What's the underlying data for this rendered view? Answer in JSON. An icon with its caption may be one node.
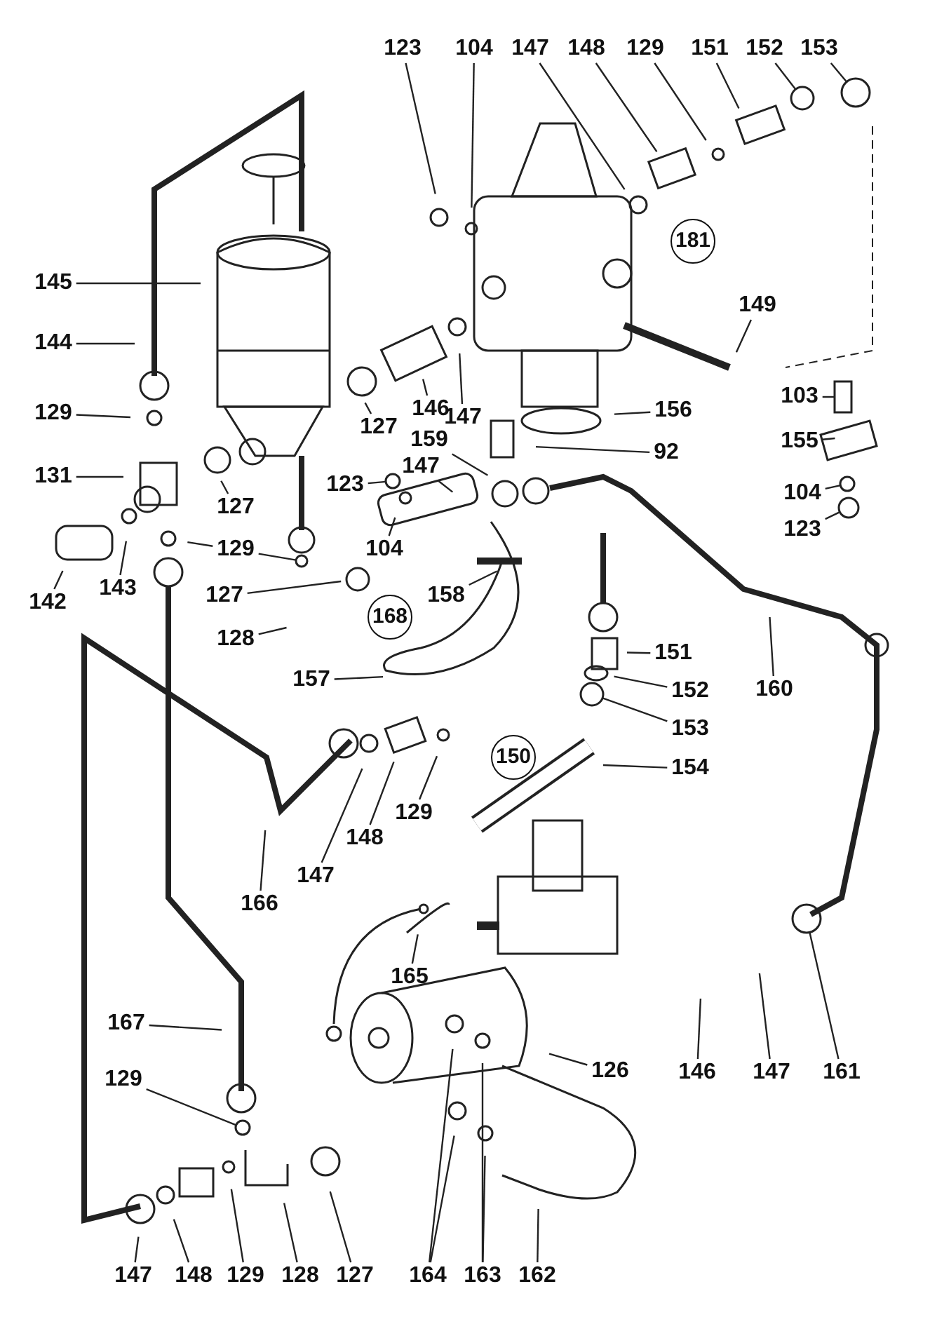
{
  "diagram": {
    "nodes": [
      {
        "text": [
          "123"
        ]
      },
      {
        "text": [
          "104"
        ]
      },
      {
        "text": [
          "147"
        ]
      },
      {
        "text": [
          "148"
        ]
      },
      {
        "text": [
          "129"
        ]
      },
      {
        "text": [
          "151"
        ]
      },
      {
        "text": [
          "152"
        ]
      },
      {
        "text": [
          "153"
        ]
      },
      {
        "text": [
          "181"
        ]
      },
      {
        "text": [
          "145"
        ]
      },
      {
        "text": [
          "144"
        ]
      },
      {
        "text": [
          "129"
        ]
      },
      {
        "text": [
          "131"
        ]
      },
      {
        "text": [
          "127"
        ]
      },
      {
        "text": [
          "146"
        ]
      },
      {
        "text": [
          "147"
        ]
      },
      {
        "text": [
          "127"
        ]
      },
      {
        "text": [
          "149"
        ]
      },
      {
        "text": [
          "156"
        ]
      },
      {
        "text": [
          "92"
        ]
      },
      {
        "text": [
          "103"
        ]
      },
      {
        "text": [
          "155"
        ]
      },
      {
        "text": [
          "104"
        ]
      },
      {
        "text": [
          "123"
        ]
      },
      {
        "text": [
          "159"
        ]
      },
      {
        "text": [
          "147"
        ]
      },
      {
        "text": [
          "123"
        ]
      },
      {
        "text": [
          "104"
        ]
      },
      {
        "text": [
          "142"
        ]
      },
      {
        "text": [
          "143"
        ]
      },
      {
        "text": [
          "129"
        ]
      },
      {
        "text": [
          "127"
        ]
      },
      {
        "text": [
          "128"
        ]
      },
      {
        "text": [
          "158"
        ]
      },
      {
        "text": [
          "168"
        ]
      },
      {
        "text": [
          "157"
        ]
      },
      {
        "text": [
          "151"
        ]
      },
      {
        "text": [
          "152"
        ]
      },
      {
        "text": [
          "160"
        ]
      },
      {
        "text": [
          "153"
        ]
      },
      {
        "text": [
          "150"
        ]
      },
      {
        "text": [
          "154"
        ]
      },
      {
        "text": [
          "166"
        ]
      },
      {
        "text": [
          "147"
        ]
      },
      {
        "text": [
          "148"
        ]
      },
      {
        "text": [
          "129"
        ]
      },
      {
        "text": [
          "165"
        ]
      },
      {
        "text": [
          "146"
        ]
      },
      {
        "text": [
          "147"
        ]
      },
      {
        "text": [
          "161"
        ]
      },
      {
        "text": [
          "167"
        ]
      },
      {
        "text": [
          "129"
        ]
      },
      {
        "text": [
          "126"
        ]
      },
      {
        "text": [
          "164"
        ]
      },
      {
        "text": [
          "163"
        ]
      },
      {
        "text": [
          "162"
        ]
      },
      {
        "text": [
          "147"
        ]
      },
      {
        "text": [
          "148"
        ]
      },
      {
        "text": [
          "129"
        ]
      },
      {
        "text": [
          "128"
        ]
      },
      {
        "text": [
          "127"
        ]
      },
      {
        "text": [],
        "shape": "circle"
      },
      {
        "text": [],
        "shape": "circle"
      },
      {
        "text": [],
        "shape": "box"
      },
      {
        "text": [],
        "shape": "circle"
      },
      {
        "text": [],
        "shape": "circle"
      },
      {
        "text": [],
        "shape": "circle"
      },
      {
        "text": [],
        "shape": "circle"
      },
      {
        "text": [],
        "shape": "circle"
      },
      {
        "text": [],
        "shape": "circle"
      },
      {
        "text": [],
        "shape": "circle"
      }
    ],
    "edges": [
      {
        "from": 0,
        "to": null,
        "arrow": "none"
      },
      {
        "from": 1,
        "to": null,
        "arrow": "none"
      },
      {
        "from": 2,
        "to": null,
        "arrow": "none"
      },
      {
        "from": 3,
        "to": null,
        "arrow": "none"
      },
      {
        "from": 4,
        "to": null,
        "arrow": "none"
      },
      {
        "from": 5,
        "to": null,
        "arrow": "none"
      },
      {
        "from": 6,
        "to": 61,
        "arrow": "none"
      },
      {
        "from": 7,
        "to": 62,
        "arrow": "none"
      },
      {
        "from": 9,
        "to": null,
        "arrow": "none"
      },
      {
        "from": 10,
        "to": null,
        "arrow": "none"
      },
      {
        "from": 11,
        "to": null,
        "arrow": "none"
      },
      {
        "from": 12,
        "to": null,
        "arrow": "none"
      },
      {
        "from": 13,
        "to": null,
        "arrow": "none"
      },
      {
        "from": 14,
        "to": null,
        "arrow": "none"
      },
      {
        "from": 15,
        "to": null,
        "arrow": "none"
      },
      {
        "from": 16,
        "to": null,
        "arrow": "none"
      },
      {
        "from": 17,
        "to": null,
        "arrow": "none"
      },
      {
        "from": 18,
        "to": null,
        "arrow": "none"
      },
      {
        "from": 19,
        "to": null,
        "arrow": "none"
      },
      {
        "from": 20,
        "to": 63,
        "arrow": "none"
      },
      {
        "from": 21,
        "to": null,
        "arrow": "none"
      },
      {
        "from": 22,
        "to": 64,
        "arrow": "none"
      },
      {
        "from": 23,
        "to": 65,
        "arrow": "none"
      },
      {
        "from": 24,
        "to": null,
        "arrow": "none"
      },
      {
        "from": 25,
        "to": null,
        "arrow": "none"
      },
      {
        "from": 26,
        "to": 66,
        "arrow": "none"
      },
      {
        "from": 27,
        "to": null,
        "arrow": "none"
      },
      {
        "from": 28,
        "to": null,
        "arrow": "none"
      },
      {
        "from": 29,
        "to": null,
        "arrow": "none"
      },
      {
        "from": 30,
        "to": null,
        "arrow": "none"
      },
      {
        "from": 30,
        "to": 67,
        "arrow": "none"
      },
      {
        "from": 31,
        "to": null,
        "arrow": "none"
      },
      {
        "from": 32,
        "to": null,
        "arrow": "none"
      },
      {
        "from": 33,
        "to": null,
        "arrow": "none"
      },
      {
        "from": 35,
        "to": null,
        "arrow": "none"
      },
      {
        "from": 36,
        "to": null,
        "arrow": "none"
      },
      {
        "from": 37,
        "to": null,
        "arrow": "none"
      },
      {
        "from": 38,
        "to": null,
        "arrow": "none"
      },
      {
        "from": 39,
        "to": 68,
        "arrow": "none"
      },
      {
        "from": 41,
        "to": null,
        "arrow": "none"
      },
      {
        "from": 42,
        "to": null,
        "arrow": "none"
      },
      {
        "from": 43,
        "to": null,
        "arrow": "none"
      },
      {
        "from": 44,
        "to": null,
        "arrow": "none"
      },
      {
        "from": 45,
        "to": null,
        "arrow": "none"
      },
      {
        "from": 46,
        "to": null,
        "arrow": "none"
      },
      {
        "from": 47,
        "to": null,
        "arrow": "none"
      },
      {
        "from": 48,
        "to": null,
        "arrow": "none"
      },
      {
        "from": 49,
        "to": 69,
        "arrow": "none"
      },
      {
        "from": 50,
        "to": null,
        "arrow": "none"
      },
      {
        "from": 51,
        "to": 70,
        "arrow": "none"
      },
      {
        "from": 52,
        "to": null,
        "arrow": "none"
      },
      {
        "from": 53,
        "to": null,
        "arrow": "none"
      },
      {
        "from": 53,
        "to": null,
        "arrow": "none"
      },
      {
        "from": 54,
        "to": null,
        "arrow": "none"
      },
      {
        "from": 54,
        "to": null,
        "arrow": "none"
      },
      {
        "from": 55,
        "to": null,
        "arrow": "none"
      },
      {
        "from": 56,
        "to": null,
        "arrow": "none"
      },
      {
        "from": 57,
        "to": null,
        "arrow": "none"
      },
      {
        "from": 58,
        "to": null,
        "arrow": "none"
      },
      {
        "from": 59,
        "to": null,
        "arrow": "none"
      },
      {
        "from": 60,
        "to": null,
        "arrow": "none"
      }
    ]
  }
}
